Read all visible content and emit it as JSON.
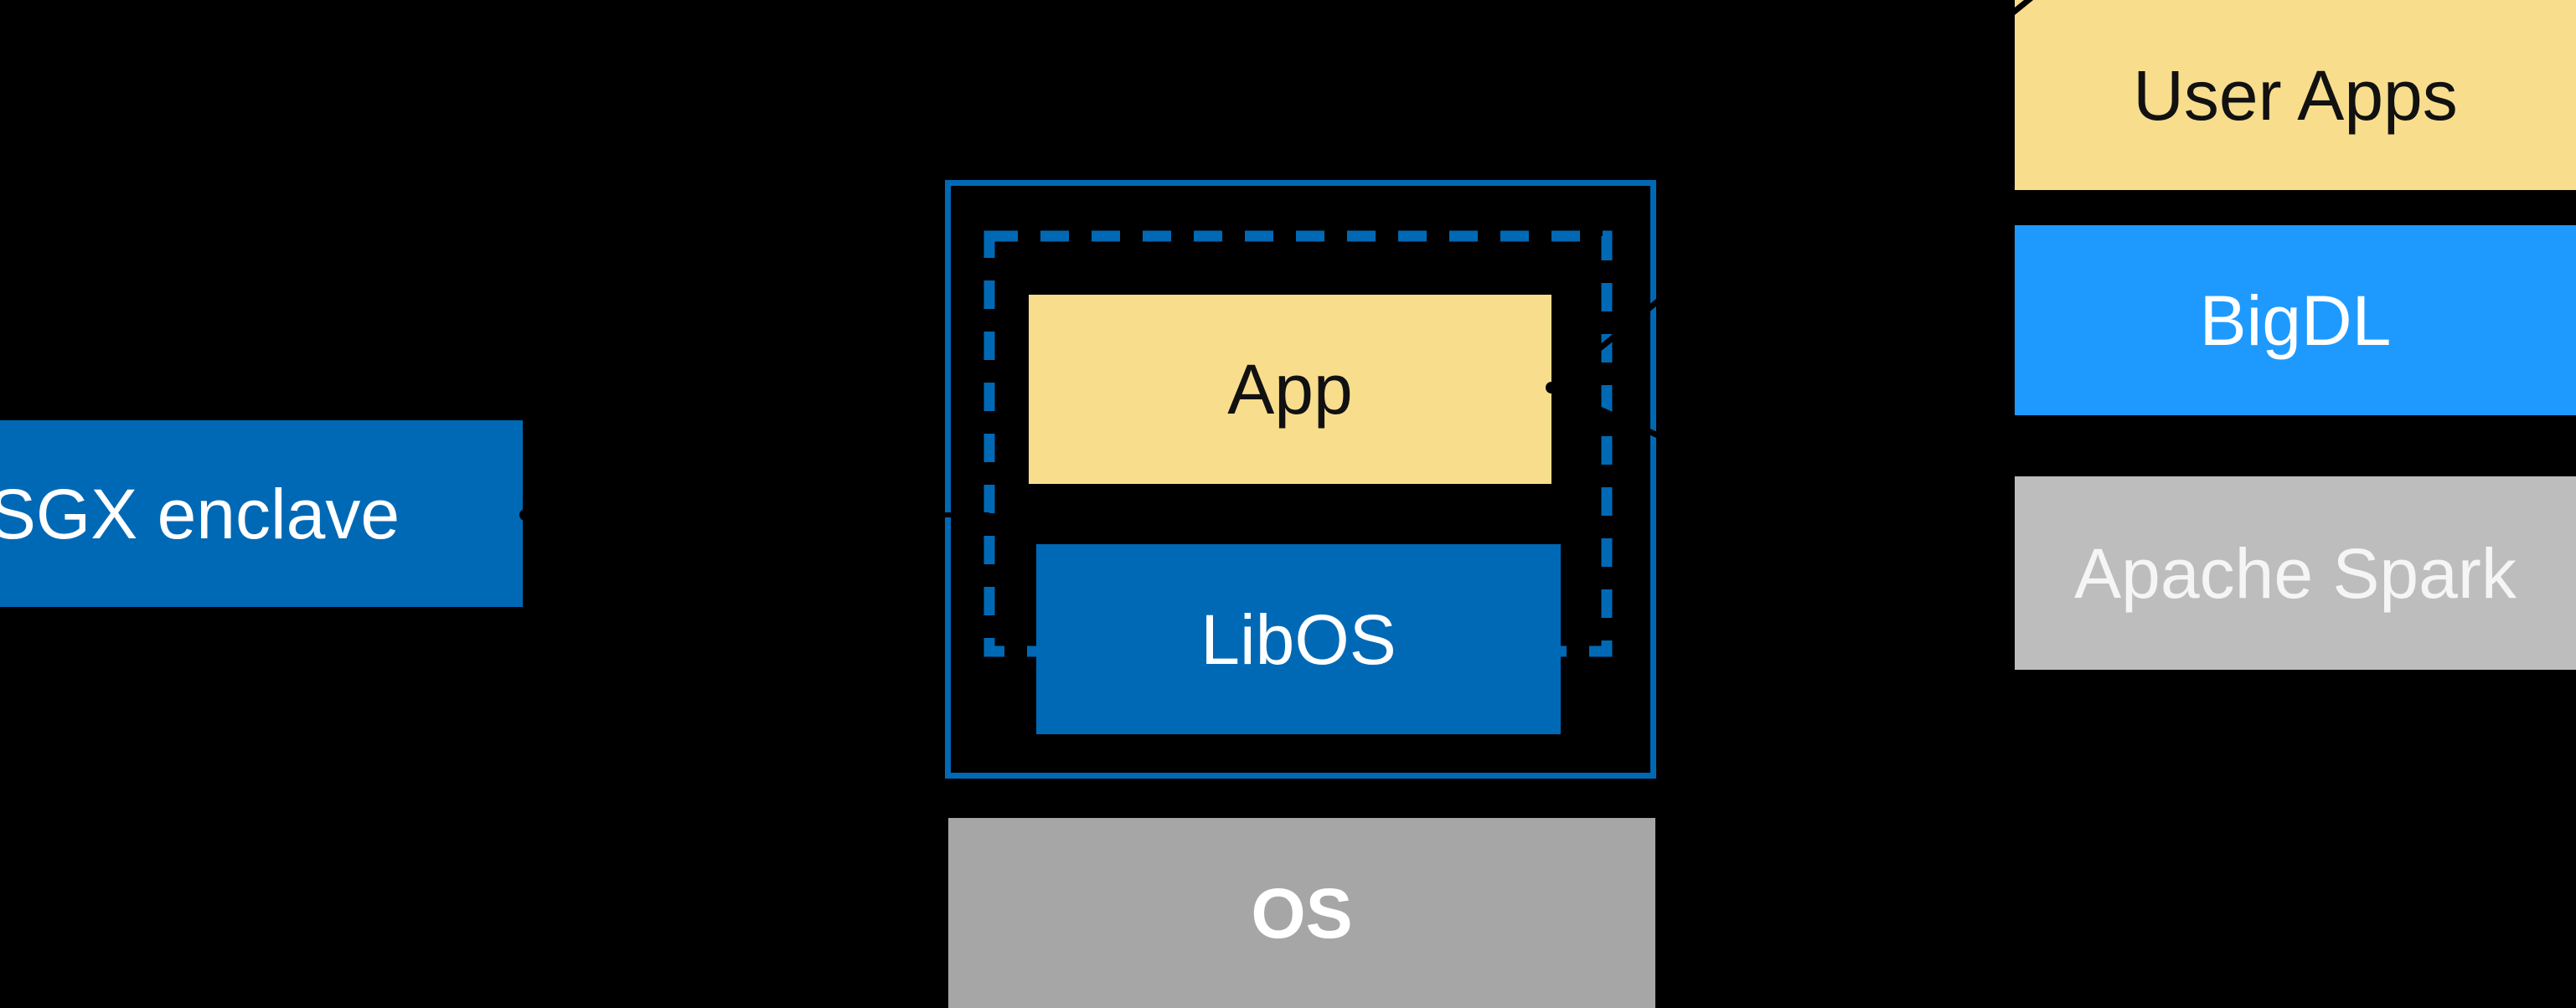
{
  "diagram": {
    "left": {
      "sgx_label": "SGX enclave",
      "bg": "#0069B5",
      "fg": "#FFFFFF"
    },
    "center": {
      "app": {
        "label": "App",
        "bg": "#F8DD8D",
        "fg": "#111111"
      },
      "libos": {
        "label": "LibOS",
        "bg": "#0069B5",
        "fg": "#FFFFFF"
      },
      "os": {
        "label": "OS",
        "bg": "#A6A6A6",
        "fg": "#FFFFFF"
      }
    },
    "right_stack": {
      "items": [
        {
          "label": "User Apps",
          "bg": "#F8DD8D",
          "fg": "#111111"
        },
        {
          "label": "BigDL",
          "bg": "#1E9AFF",
          "fg": "#FFFFFF"
        },
        {
          "label": "Apache Spark",
          "bg": "#BDBDBD",
          "fg": "#F5F5F5"
        }
      ]
    },
    "colors": {
      "background": "#000000",
      "enclave_border_blue": "#0069B5",
      "connector_black": "#000000"
    }
  }
}
